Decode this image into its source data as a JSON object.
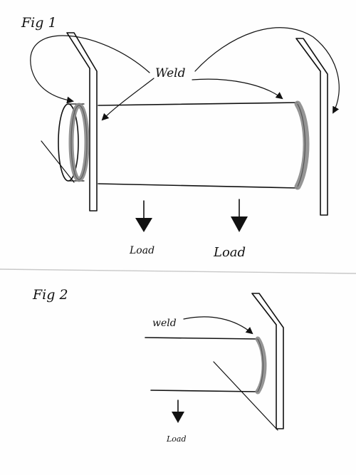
{
  "figures": [
    {
      "label": "Fig 1",
      "weld_label": "Weld",
      "load_labels": [
        "Load",
        "Load"
      ]
    },
    {
      "label": "Fig 2",
      "weld_label": "weld",
      "load_labels": [
        "Load"
      ]
    }
  ],
  "colors": {
    "ink": "#111111",
    "weld_bead": "#8a8a8a",
    "divider": "#c8c8c8"
  }
}
